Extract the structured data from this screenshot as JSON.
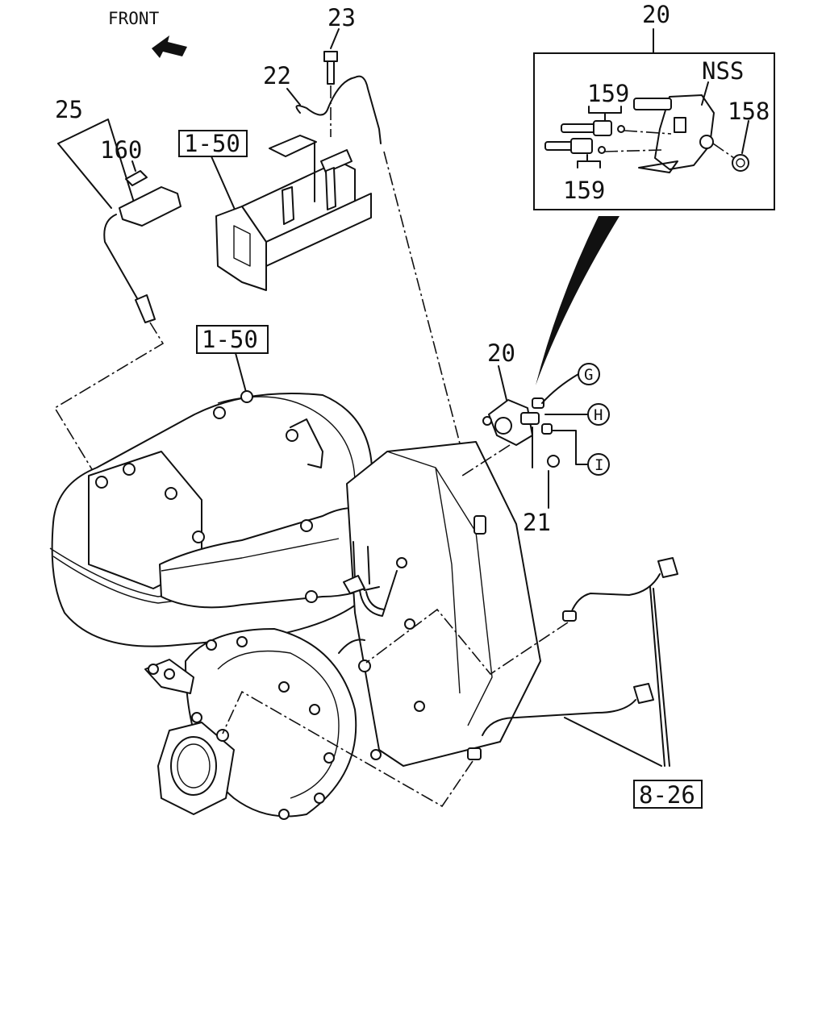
{
  "front_label": "FRONT",
  "callouts": {
    "c23": "23",
    "c22": "22",
    "c25": "25",
    "c160": "160",
    "c20_top": "20",
    "c20_mid": "20",
    "c21": "21",
    "cNSS": "NSS",
    "c159_a": "159",
    "c159_b": "159",
    "c158": "158"
  },
  "references": {
    "r150_top": "1-50",
    "r150_mid": "1-50",
    "r826": "8-26"
  },
  "circle_labels": {
    "g": "G",
    "h": "H",
    "i": "I"
  }
}
